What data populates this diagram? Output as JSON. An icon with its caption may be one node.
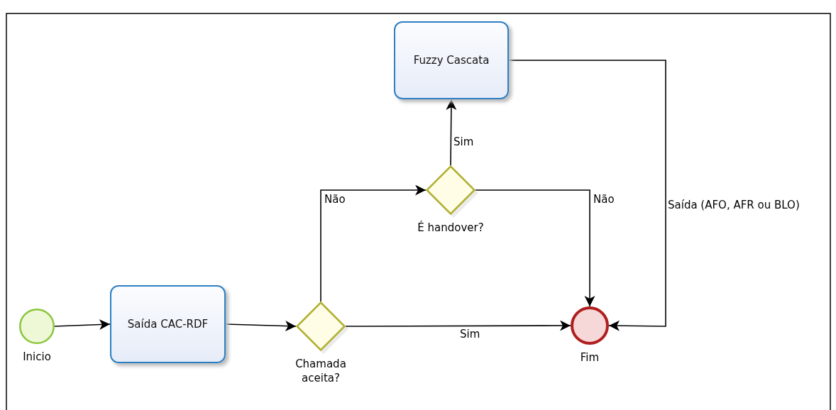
{
  "diagram": {
    "nodes": [
      {
        "text": [
          "Inicio"
        ]
      },
      {
        "text": [
          "Saída CAC-RDF"
        ]
      },
      {
        "text": [
          "Chamada aceita?"
        ]
      },
      {
        "text": [
          "É handover?"
        ]
      },
      {
        "text": [
          "Fuzzy Cascata"
        ]
      },
      {
        "text": [
          "Fim"
        ]
      }
    ],
    "edges": [
      {
        "from": 0,
        "to": 1,
        "arrow": "to"
      },
      {
        "from": 1,
        "to": 2,
        "arrow": "to"
      },
      {
        "from": 2,
        "to": 5,
        "arrow": "to",
        "label": "Sim"
      },
      {
        "from": 2,
        "to": 3,
        "arrow": "to",
        "label": "Não"
      },
      {
        "from": 3,
        "to": 4,
        "arrow": "to",
        "label": "Sim"
      },
      {
        "from": 3,
        "to": 5,
        "arrow": "to",
        "label": "Não"
      },
      {
        "from": 4,
        "to": 5,
        "arrow": "to",
        "label": "Saída (AFO, AFR ou BLO)"
      }
    ]
  }
}
